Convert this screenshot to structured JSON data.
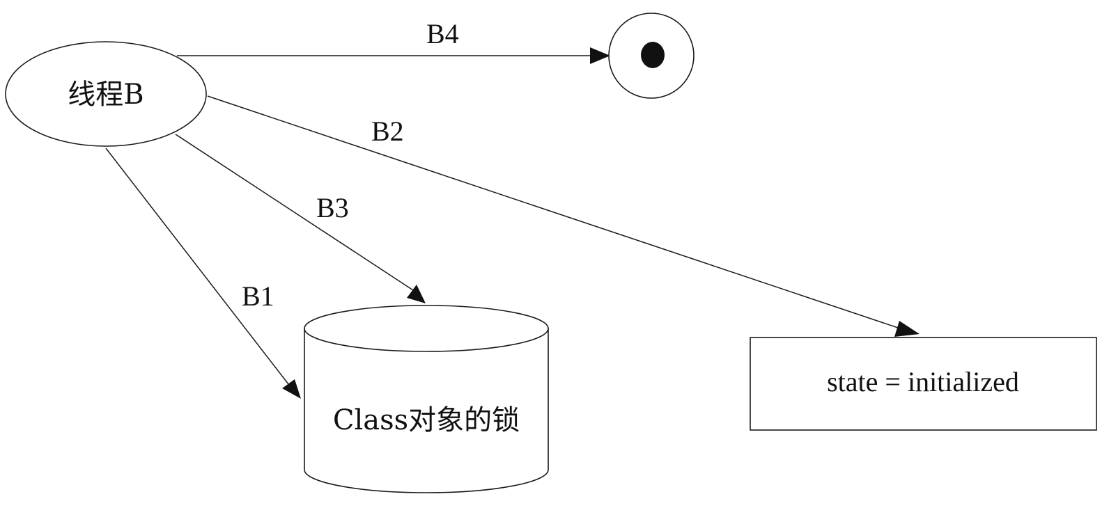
{
  "nodes": {
    "thread_b": {
      "label": "线程B",
      "shape": "ellipse"
    },
    "end_state": {
      "label": "",
      "shape": "final-state-circle"
    },
    "class_lock": {
      "label": "Class对象的锁",
      "shape": "cylinder"
    },
    "state_box": {
      "label": "state = initialized",
      "shape": "rectangle"
    }
  },
  "edges": {
    "b1": {
      "label": "B1",
      "from": "thread_b",
      "to": "class_lock"
    },
    "b2": {
      "label": "B2",
      "from": "thread_b",
      "to": "state_box"
    },
    "b3": {
      "label": "B3",
      "from": "thread_b",
      "to": "class_lock"
    },
    "b4": {
      "label": "B4",
      "from": "thread_b",
      "to": "end_state"
    }
  },
  "colors": {
    "line": "#1a1a1a",
    "background": "#ffffff"
  }
}
